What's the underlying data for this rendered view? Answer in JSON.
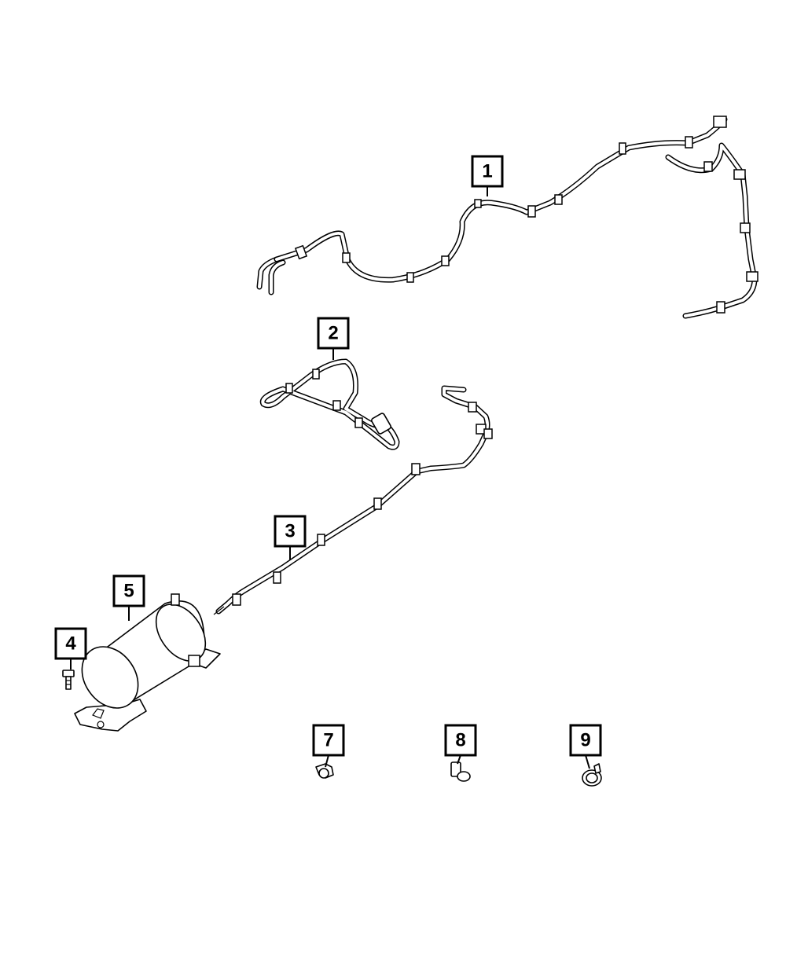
{
  "diagram": {
    "callouts": [
      {
        "id": "1",
        "label": "1"
      },
      {
        "id": "2",
        "label": "2"
      },
      {
        "id": "3",
        "label": "3"
      },
      {
        "id": "4",
        "label": "4"
      },
      {
        "id": "5",
        "label": "5"
      },
      {
        "id": "7",
        "label": "7"
      },
      {
        "id": "8",
        "label": "8"
      },
      {
        "id": "9",
        "label": "9"
      }
    ],
    "colors": {
      "line": "#000000",
      "background": "#ffffff"
    }
  }
}
